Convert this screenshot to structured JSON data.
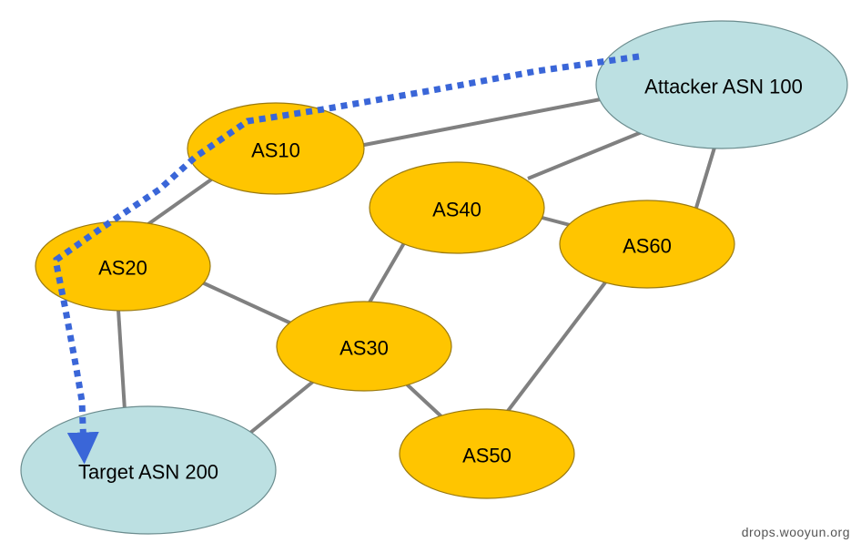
{
  "nodes": {
    "attacker": {
      "label": "Attacker ASN 100"
    },
    "target": {
      "label": "Target ASN 200"
    },
    "as10": {
      "label": "AS10"
    },
    "as20": {
      "label": "AS20"
    },
    "as30": {
      "label": "AS30"
    },
    "as40": {
      "label": "AS40"
    },
    "as50": {
      "label": "AS50"
    },
    "as60": {
      "label": "AS60"
    }
  },
  "edges": [
    [
      "as10",
      "attacker"
    ],
    [
      "as10",
      "as20"
    ],
    [
      "as40",
      "attacker"
    ],
    [
      "as60",
      "attacker"
    ],
    [
      "as40",
      "as60"
    ],
    [
      "as40",
      "as30"
    ],
    [
      "as20",
      "as30"
    ],
    [
      "as20",
      "target"
    ],
    [
      "as30",
      "target"
    ],
    [
      "as30",
      "as50"
    ],
    [
      "as60",
      "as50"
    ]
  ],
  "hijack_path": [
    "attacker",
    "as10",
    "as20",
    "target"
  ],
  "colors": {
    "as_node": "#FFC500",
    "asn_node": "#BCE0E2",
    "edge": "#808080",
    "path": "#3A66D8"
  },
  "watermark": "drops.wooyun.org"
}
